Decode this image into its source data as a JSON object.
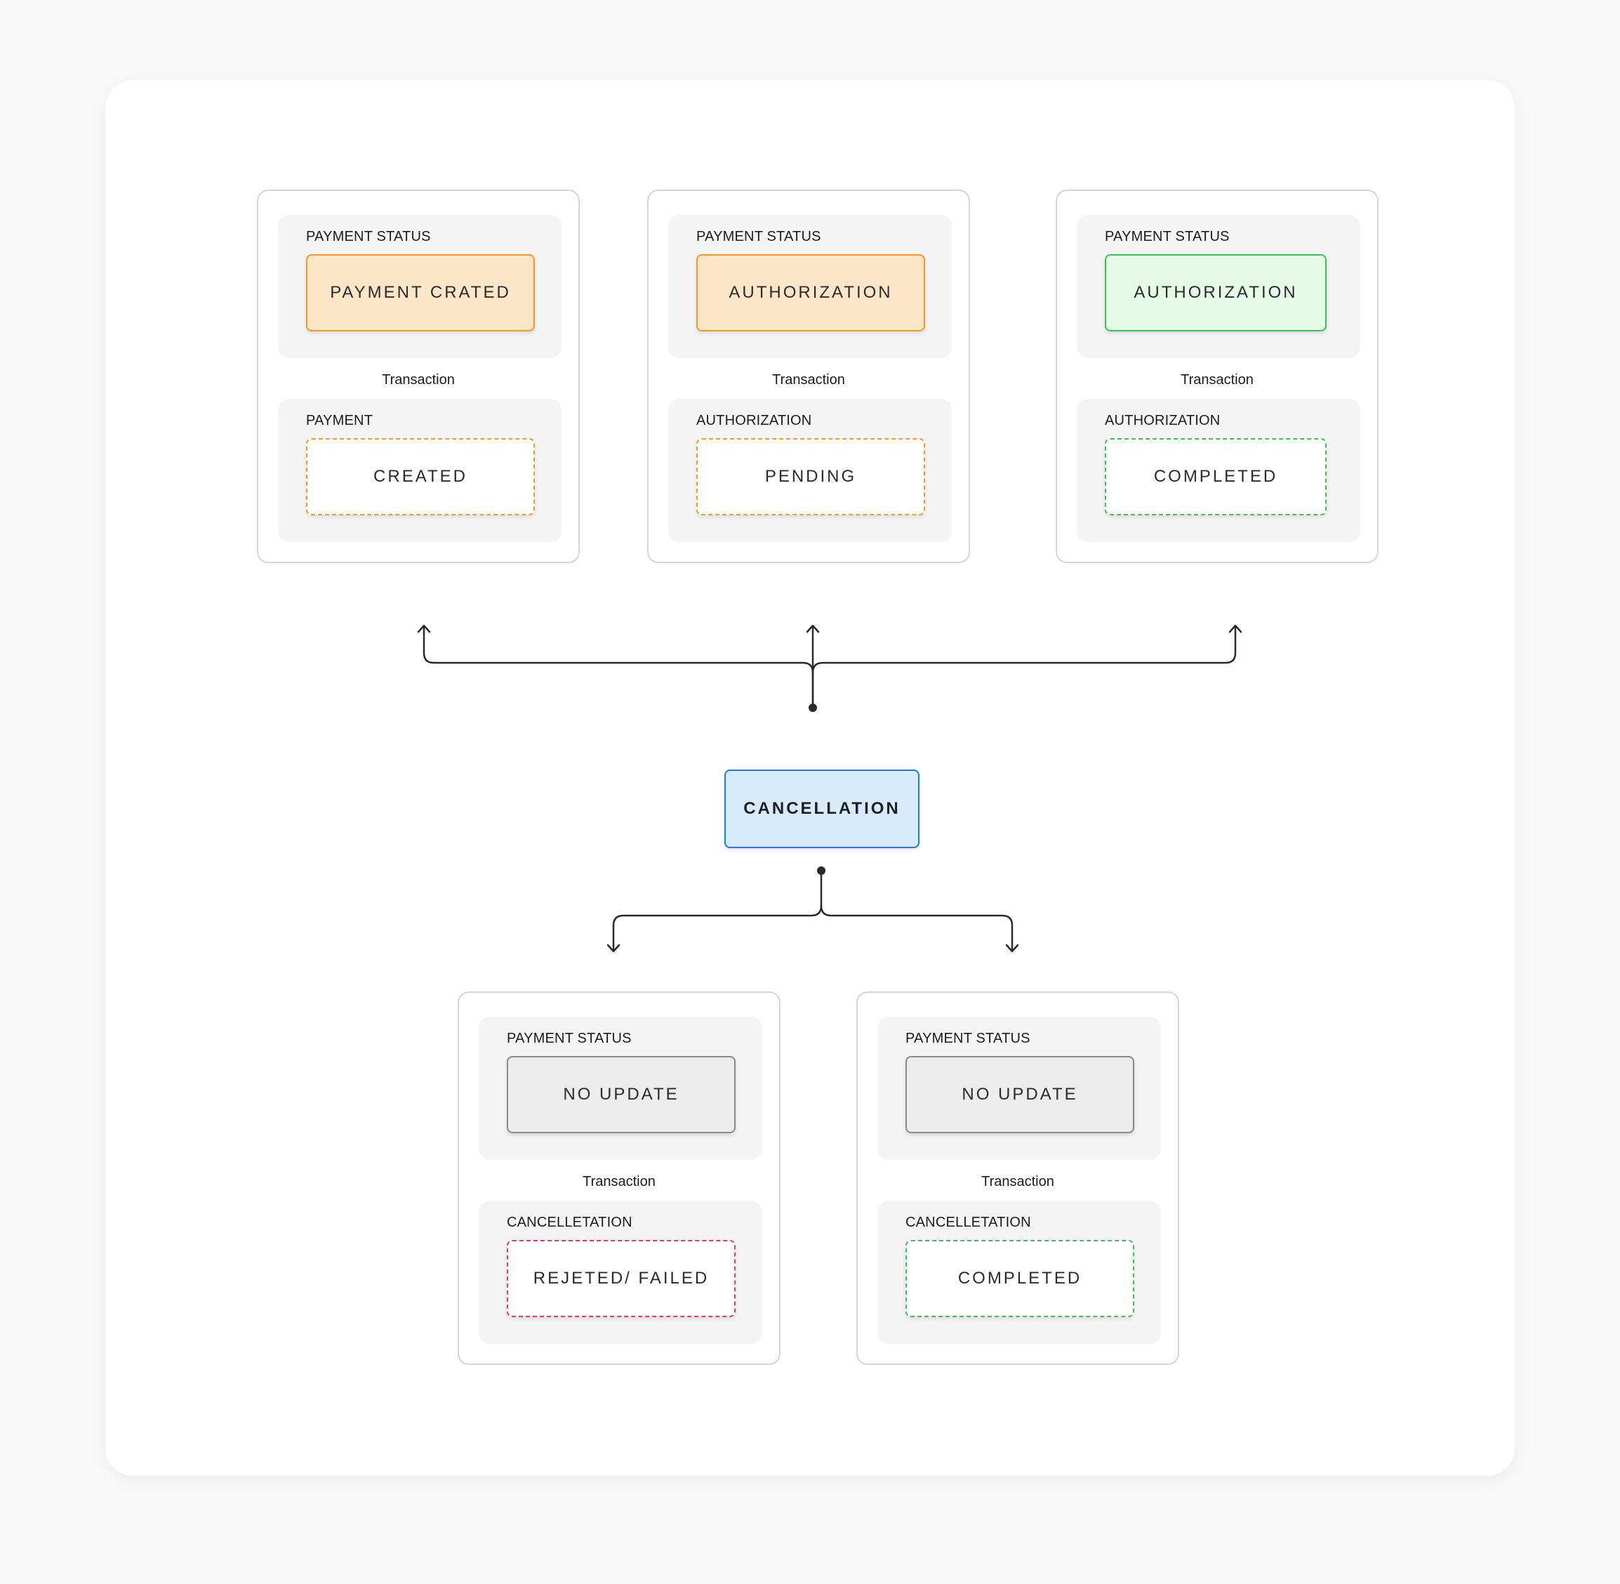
{
  "colors": {
    "background": "#f9f9f9",
    "canvas": "#ffffff",
    "pending_orange": "#f09a28",
    "pending_orange_fill": "#fde6c8",
    "success_green": "#3cc24f",
    "success_green_fill": "#e5fbe7",
    "failure_red": "#e84040",
    "neutral_gray": "#8a8a8a",
    "neutral_gray_fill": "#ececec",
    "action_blue": "#1a7fd6",
    "action_blue_fill": "#d8ebfc",
    "connector": "#2a2a2a"
  },
  "upstream_states": [
    {
      "payment_status_title": "PAYMENT STATUS",
      "payment_status_value": "PAYMENT CRATED",
      "payment_status_style": "solid-orange",
      "transaction_label": "Transaction",
      "transaction_title": "PAYMENT",
      "transaction_value": "CREATED",
      "transaction_style": "dash-orange"
    },
    {
      "payment_status_title": "PAYMENT STATUS",
      "payment_status_value": "AUTHORIZATION",
      "payment_status_style": "solid-orange",
      "transaction_label": "Transaction",
      "transaction_title": "AUTHORIZATION",
      "transaction_value": "PENDING",
      "transaction_style": "dash-orange"
    },
    {
      "payment_status_title": "PAYMENT STATUS",
      "payment_status_value": "AUTHORIZATION",
      "payment_status_style": "solid-green",
      "transaction_label": "Transaction",
      "transaction_title": "AUTHORIZATION",
      "transaction_value": "COMPLETED",
      "transaction_style": "dash-green"
    }
  ],
  "action": {
    "label": "CANCELLATION"
  },
  "outcomes": [
    {
      "payment_status_title": "PAYMENT STATUS",
      "payment_status_value": "NO UPDATE",
      "payment_status_style": "solid-gray",
      "transaction_label": "Transaction",
      "transaction_title": "CANCELLETATION",
      "transaction_value": "REJETED/ FAILED",
      "transaction_style": "dash-red"
    },
    {
      "payment_status_title": "PAYMENT STATUS",
      "payment_status_value": "NO UPDATE",
      "payment_status_style": "solid-gray",
      "transaction_label": "Transaction",
      "transaction_title": "CANCELLETATION",
      "transaction_value": "COMPLETED",
      "transaction_style": "dash-green"
    }
  ]
}
